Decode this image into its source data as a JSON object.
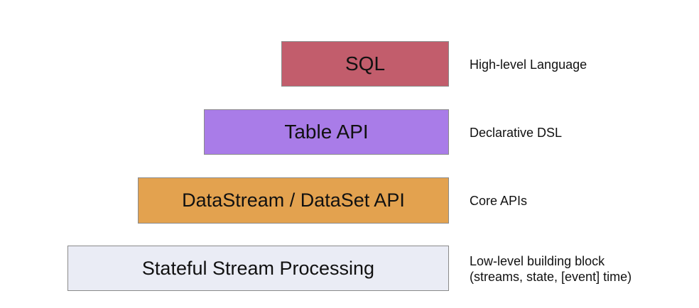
{
  "layers": [
    {
      "label": "SQL",
      "description": [
        "High-level Language"
      ],
      "color": "#c25d6c"
    },
    {
      "label": "Table API",
      "description": [
        "Declarative DSL"
      ],
      "color": "#a97ce8"
    },
    {
      "label": "DataStream / DataSet API",
      "description": [
        "Core APIs"
      ],
      "color": "#e3a24f"
    },
    {
      "label": "Stateful Stream Processing",
      "description": [
        "Low-level building block",
        "(streams, state, [event] time)"
      ],
      "color": "#eaecf5"
    }
  ]
}
